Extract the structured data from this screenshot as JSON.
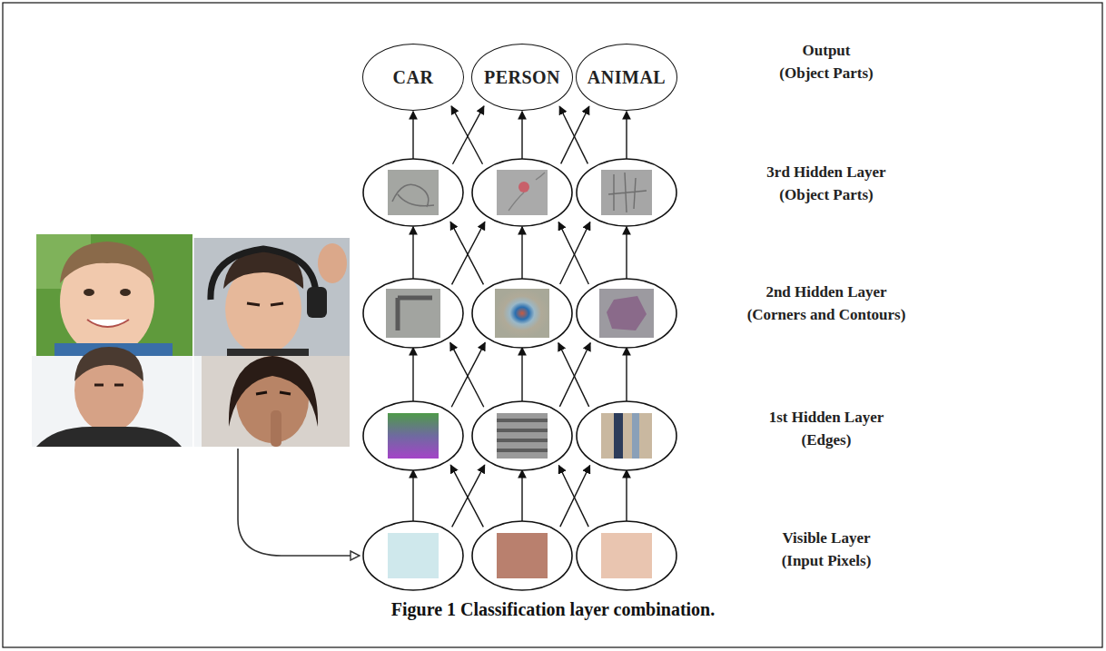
{
  "diagram": {
    "caption": "Figure 1 Classification layer combination.",
    "nodes": [
      {
        "text": [
          "CAR"
        ]
      },
      {
        "text": [
          "PERSON"
        ]
      },
      {
        "text": [
          "ANIMAL"
        ]
      }
    ],
    "labels": [
      "Output",
      "(Object Parts)",
      "3rd Hidden Layer",
      "(Object Parts)",
      "2nd Hidden Layer",
      "(Corners and Contours)",
      "1st Hidden Layer",
      "(Edges)",
      "Visible Layer",
      "(Input Pixels)"
    ]
  }
}
